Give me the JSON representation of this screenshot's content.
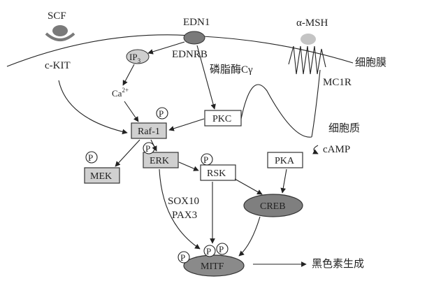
{
  "labels": {
    "scf": "SCF",
    "ckit": "c-KIT",
    "edn1": "EDN1",
    "ednrb": "EDNRB",
    "ip3_main": "IP",
    "ip3_sub": "3",
    "ca_main": "Ca",
    "ca_sup": "2+",
    "plc": "磷脂酶Cγ",
    "amsh": "α-MSH",
    "membrane": "细胞膜",
    "mc1r": "MC1R",
    "cytoplasm": "细胞质",
    "camp": "cAMP",
    "sox10": "SOX10",
    "pax3": "PAX3",
    "melanin": "黑色素生成",
    "p": "P"
  },
  "nodes": {
    "raf1": "Raf-1",
    "pkc": "PKC",
    "mek": "MEK",
    "erk": "ERK",
    "rsk": "RSK",
    "pka": "PKA",
    "creb": "CREB",
    "mitf": "MITF"
  },
  "colors": {
    "receptor_dark": "#7a7a7a",
    "receptor_light": "#c4c4c4",
    "node_gray": "#d0d0d0",
    "creb_fill": "#7f7f7f",
    "mitf_fill": "#8a8a8a",
    "ip3_fill": "#cfcfcf"
  }
}
